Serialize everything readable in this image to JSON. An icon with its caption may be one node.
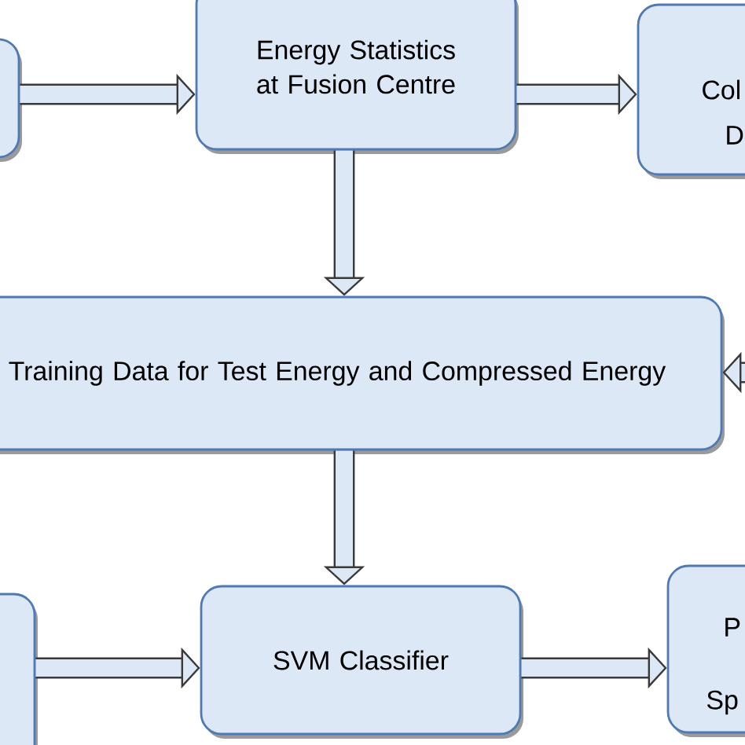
{
  "diagram": {
    "nodes": [
      {
        "text": [],
        "shape": "box"
      },
      {
        "text": [
          "Energy Statistics at Fusion Centre"
        ]
      },
      {
        "text": [
          "Col",
          "D"
        ]
      },
      {
        "text": [
          "Training Data for Test Energy and Compressed Energy"
        ]
      },
      {
        "text": [],
        "shape": "box"
      },
      {
        "text": [
          "SVM Classifier"
        ]
      },
      {
        "text": [
          "P",
          "Sp"
        ]
      }
    ],
    "edges": [
      {
        "from": 0,
        "to": 1,
        "arrow": "to"
      },
      {
        "from": 1,
        "to": 2,
        "arrow": "to"
      },
      {
        "from": 1,
        "to": 3,
        "arrow": "to"
      },
      {
        "from": null,
        "to": 3,
        "arrow": "to"
      },
      {
        "from": 3,
        "to": 5,
        "arrow": "to"
      },
      {
        "from": 4,
        "to": 5,
        "arrow": "to"
      },
      {
        "from": 5,
        "to": 6,
        "arrow": "to"
      }
    ]
  }
}
